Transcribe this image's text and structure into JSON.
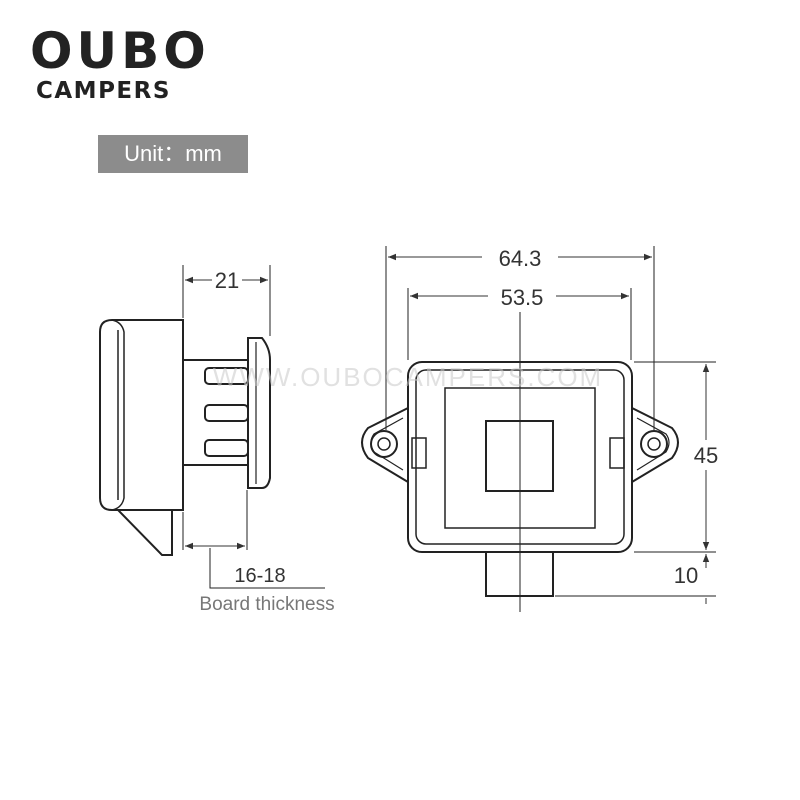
{
  "brand": {
    "name": "OUBO",
    "sub": "CAMPERS"
  },
  "unit_label": "Unit：mm",
  "watermark": "WWW.OUBOCAMPERS.COM",
  "side_view": {
    "width_dim": "21",
    "board_dim": "16-18",
    "board_label": "Board thickness"
  },
  "front_view": {
    "total_width": "64.3",
    "body_width": "53.5",
    "height": "45",
    "bottom": "10"
  }
}
